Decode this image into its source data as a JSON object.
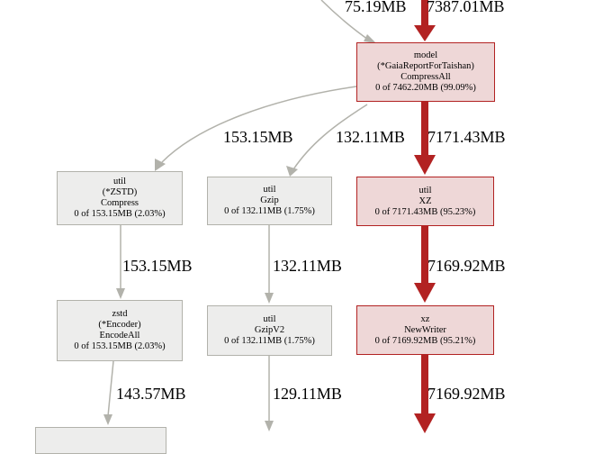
{
  "nodes": {
    "model": {
      "lines": [
        "model",
        "(*GaiaReportForTaishan)",
        "CompressAll",
        "0 of 7462.20MB (99.09%)"
      ]
    },
    "util_zstd": {
      "lines": [
        "util",
        "(*ZSTD)",
        "Compress",
        "0 of 153.15MB (2.03%)"
      ]
    },
    "util_gzip": {
      "lines": [
        "util",
        "Gzip",
        "0 of 132.11MB (1.75%)"
      ]
    },
    "util_xz": {
      "lines": [
        "util",
        "XZ",
        "0 of 7171.43MB (95.23%)"
      ]
    },
    "zstd_encoder": {
      "lines": [
        "zstd",
        "(*Encoder)",
        "EncodeAll",
        "0 of 153.15MB (2.03%)"
      ]
    },
    "util_gzipv2": {
      "lines": [
        "util",
        "GzipV2",
        "0 of 132.11MB (1.75%)"
      ]
    },
    "xz_newwriter": {
      "lines": [
        "xz",
        "NewWriter",
        "0 of 7169.92MB (95.21%)"
      ]
    }
  },
  "edges": {
    "top_left": "75.19MB",
    "top_right": "7387.01MB",
    "model_to_zstd": "153.15MB",
    "model_to_gzip": "132.11MB",
    "model_to_xz": "7171.43MB",
    "zstd_to_encoder": "153.15MB",
    "gzip_to_gzipv2": "132.11MB",
    "xz_to_newwriter": "7169.92MB",
    "encoder_out": "143.57MB",
    "gzipv2_out": "129.11MB",
    "newwriter_out": "7169.92MB"
  },
  "colors": {
    "hot_edge": "#b22222",
    "cold_edge": "#b2b2ab",
    "hot_fill": "#eed7d7",
    "cold_fill": "#ededec"
  }
}
